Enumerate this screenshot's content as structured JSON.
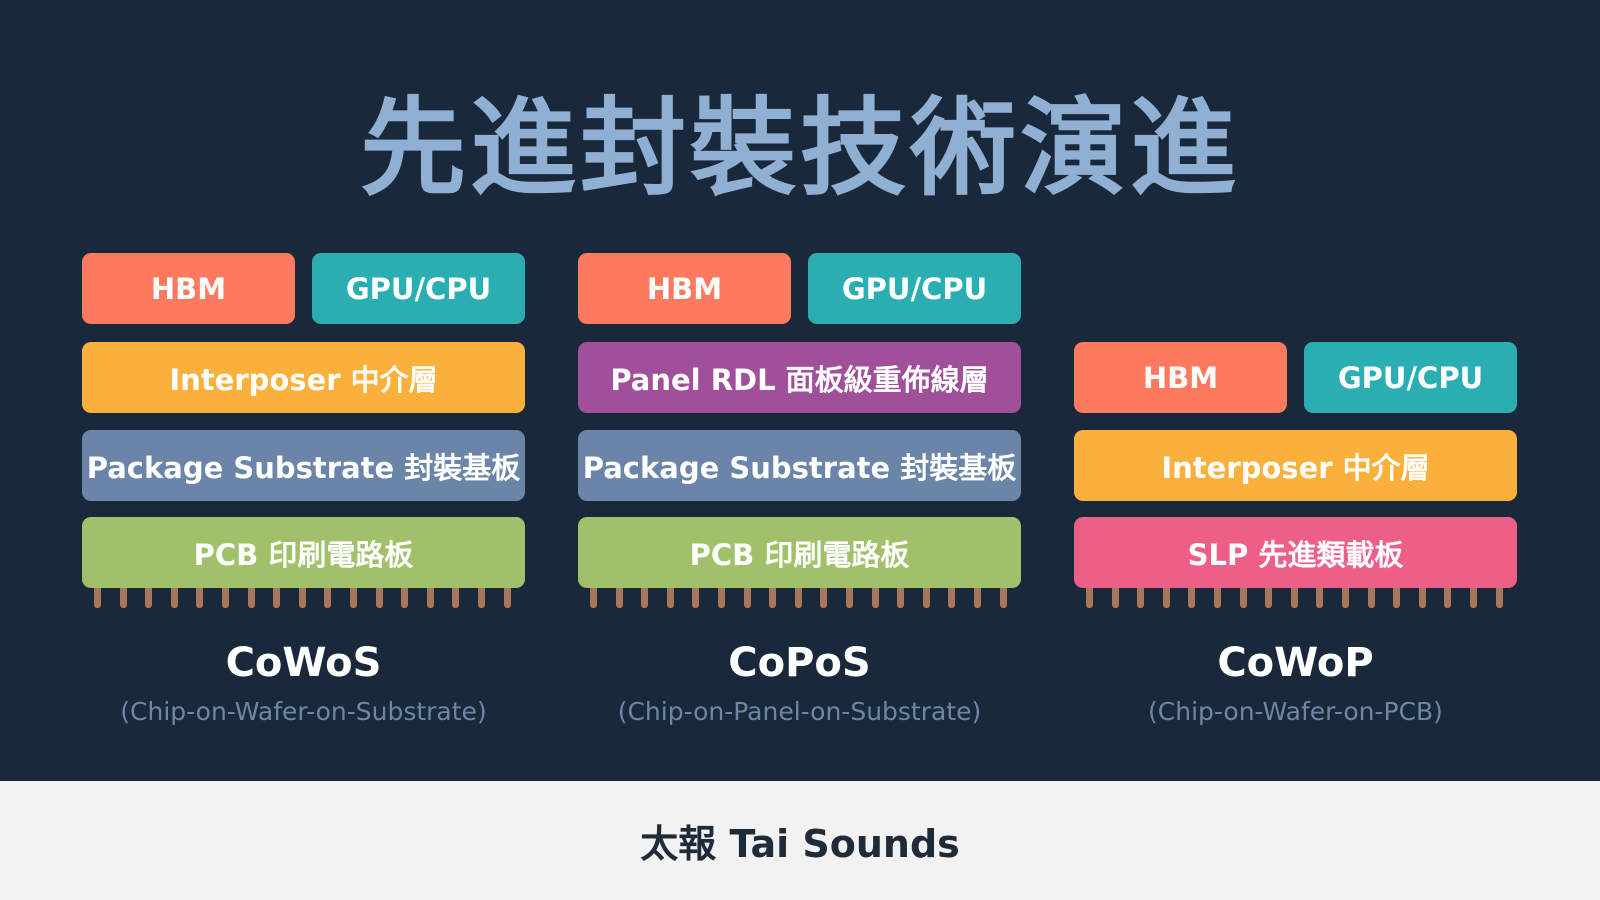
{
  "title": "先進封裝技術演進",
  "colors": {
    "hbm": "#fe7a5f",
    "gpu": "#2aaeb2",
    "interposer": "#fbb03b",
    "substrate": "#6b85a8",
    "pcb": "#a0c16a",
    "panel_rdl": "#a0509a",
    "slp": "#ee5f88",
    "pins": "#a9765a"
  },
  "columns": [
    {
      "name": "CoWoS",
      "subtitle": "(Chip-on-Wafer-on-Substrate)",
      "rows": [
        [
          {
            "label": "HBM",
            "color": "hbm"
          },
          {
            "label": "GPU/CPU",
            "color": "gpu"
          }
        ],
        [
          {
            "label": "Interposer 中介層",
            "color": "interposer"
          }
        ],
        [
          {
            "label": "Package Substrate 封裝基板",
            "color": "substrate"
          }
        ],
        [
          {
            "label": "PCB 印刷電路板",
            "color": "pcb"
          }
        ]
      ]
    },
    {
      "name": "CoPoS",
      "subtitle": "(Chip-on-Panel-on-Substrate)",
      "rows": [
        [
          {
            "label": "HBM",
            "color": "hbm"
          },
          {
            "label": "GPU/CPU",
            "color": "gpu"
          }
        ],
        [
          {
            "label": "Panel RDL 面板級重佈線層",
            "color": "panel_rdl"
          }
        ],
        [
          {
            "label": "Package Substrate 封裝基板",
            "color": "substrate"
          }
        ],
        [
          {
            "label": "PCB 印刷電路板",
            "color": "pcb"
          }
        ]
      ]
    },
    {
      "name": "CoWoP",
      "subtitle": "(Chip-on-Wafer-on-PCB)",
      "rows": [
        [],
        [
          {
            "label": "HBM",
            "color": "hbm"
          },
          {
            "label": "GPU/CPU",
            "color": "gpu"
          }
        ],
        [
          {
            "label": "Interposer 中介層",
            "color": "interposer"
          }
        ],
        [
          {
            "label": "SLP 先進類載板",
            "color": "slp"
          }
        ]
      ]
    }
  ],
  "footer": "太報 Tai Sounds"
}
